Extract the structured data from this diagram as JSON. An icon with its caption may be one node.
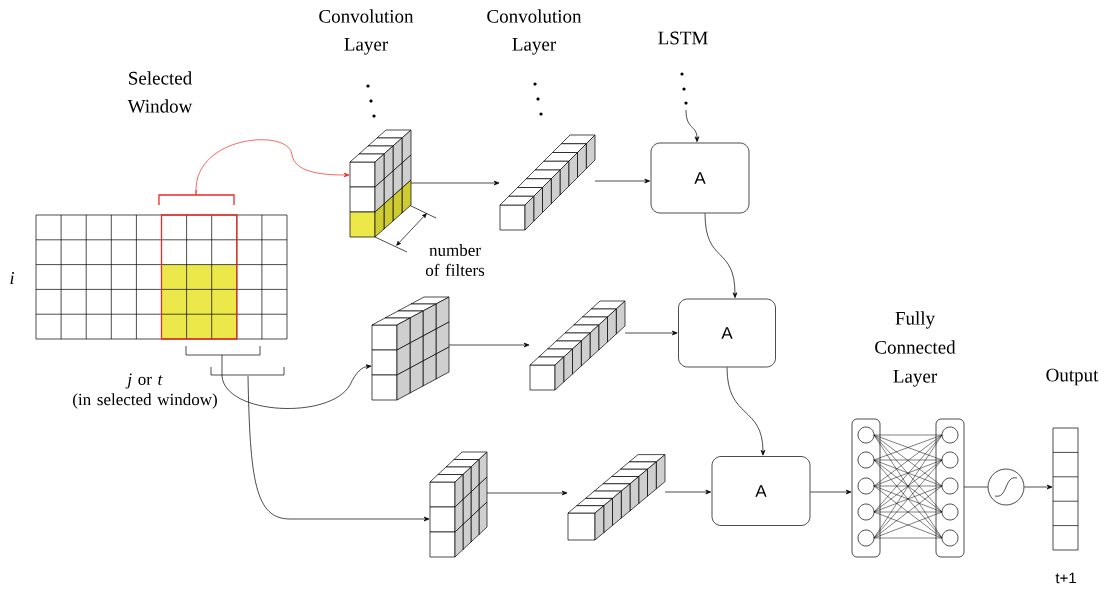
{
  "diagram": {
    "nodes": [
      {
        "text": [],
        "shape": "grid"
      },
      {
        "text": [],
        "shape": "cube"
      },
      {
        "text": [],
        "shape": "bar"
      },
      {
        "text": [
          "A"
        ]
      },
      {
        "text": [],
        "shape": "cube"
      },
      {
        "text": [],
        "shape": "bar"
      },
      {
        "text": [
          "A"
        ]
      },
      {
        "text": [],
        "shape": "cube"
      },
      {
        "text": [],
        "shape": "bar"
      },
      {
        "text": [
          "A"
        ]
      },
      {
        "text": [
          "Fully Connected Layer"
        ]
      },
      {
        "text": [],
        "shape": "circle"
      },
      {
        "text": [
          "Output"
        ],
        "beside": [
          "t+1"
        ]
      }
    ],
    "edges": [
      {
        "from": 0,
        "to": 1,
        "arrow": "to",
        "color": "#ee2a24"
      },
      {
        "from": 1,
        "to": 2,
        "arrow": "to"
      },
      {
        "from": 2,
        "to": 3,
        "arrow": "to"
      },
      {
        "from": 0,
        "to": 4,
        "arrow": "to"
      },
      {
        "from": 4,
        "to": 5,
        "arrow": "to"
      },
      {
        "from": 5,
        "to": 6,
        "arrow": "to"
      },
      {
        "from": 0,
        "to": 7,
        "arrow": "to"
      },
      {
        "from": 7,
        "to": 8,
        "arrow": "to"
      },
      {
        "from": 8,
        "to": 9,
        "arrow": "to"
      },
      {
        "from": null,
        "to": 3,
        "arrow": "to"
      },
      {
        "from": 3,
        "to": 6,
        "arrow": "to"
      },
      {
        "from": 6,
        "to": 9,
        "arrow": "to"
      },
      {
        "from": 9,
        "to": 10,
        "arrow": "to"
      },
      {
        "from": 10,
        "to": 11,
        "arrow": "none"
      },
      {
        "from": 11,
        "to": 12,
        "arrow": "to"
      }
    ],
    "labels": [
      "Convolution Layer",
      "Convolution Layer",
      "LSTM",
      "Selected Window",
      "i",
      "*j* or *t*",
      "(in selected window)",
      "number of filters"
    ]
  }
}
